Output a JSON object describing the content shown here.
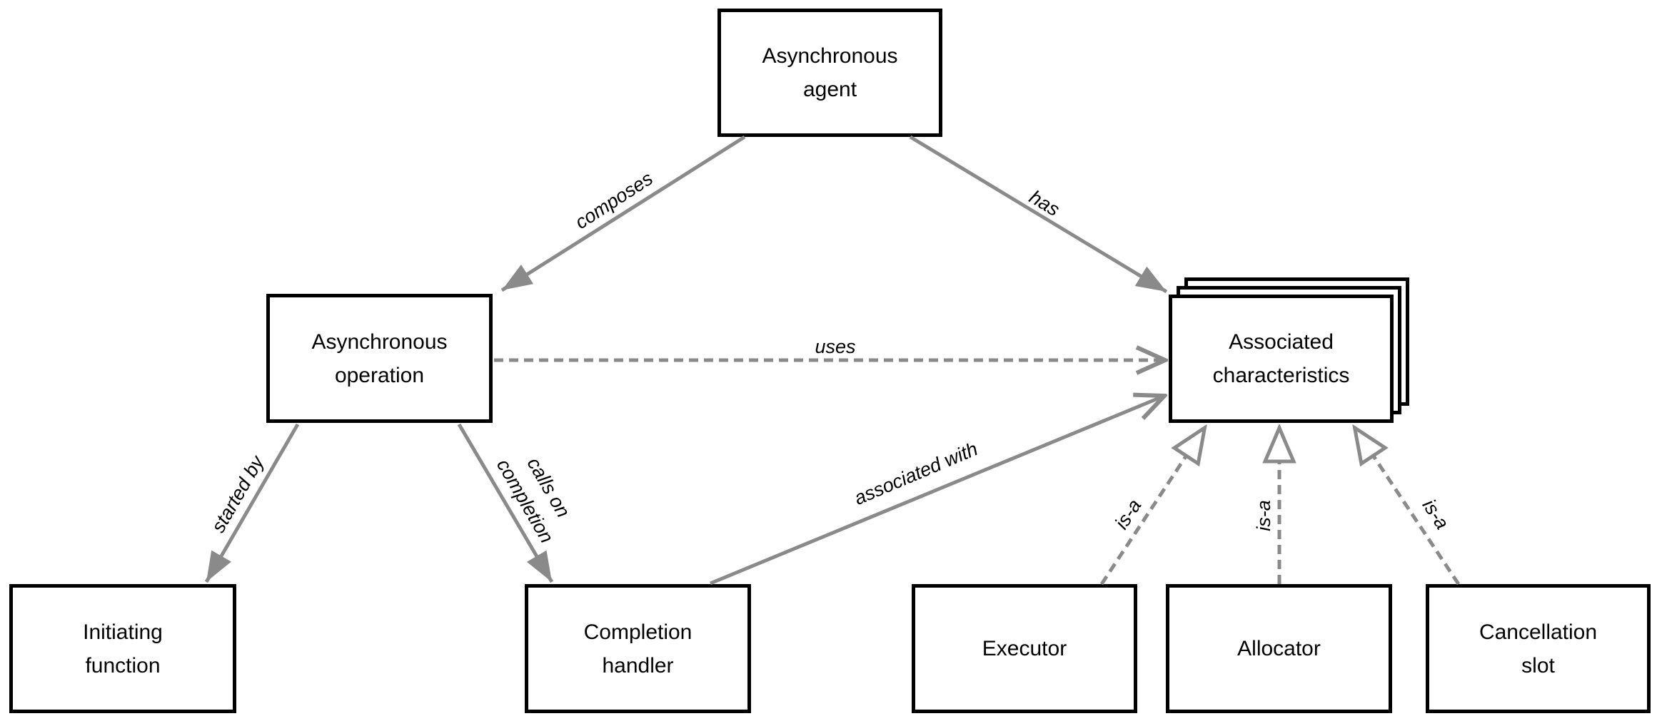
{
  "colors": {
    "edge_line": "#8a8a8a",
    "node_border": "#000000",
    "node_fill": "#ffffff",
    "text": "#000000",
    "background": "#ffffff"
  },
  "nodes": {
    "agent": {
      "lines": [
        "Asynchronous",
        "agent"
      ]
    },
    "operation": {
      "lines": [
        "Asynchronous",
        "operation"
      ]
    },
    "associated_characteristics": {
      "lines": [
        "Associated",
        "characteristics"
      ],
      "stacked": true
    },
    "initiating_function": {
      "lines": [
        "Initiating",
        "function"
      ]
    },
    "completion_handler": {
      "lines": [
        "Completion",
        "handler"
      ]
    },
    "executor": {
      "lines": [
        "Executor"
      ]
    },
    "allocator": {
      "lines": [
        "Allocator"
      ]
    },
    "cancellation_slot": {
      "lines": [
        "Cancellation",
        "slot"
      ]
    }
  },
  "edges": {
    "composes": {
      "label": "composes",
      "from": "agent",
      "to": "operation",
      "line": "solid",
      "arrowhead": "filled"
    },
    "has": {
      "label": "has",
      "from": "agent",
      "to": "associated_characteristics",
      "line": "solid",
      "arrowhead": "filled"
    },
    "uses": {
      "label": "uses",
      "from": "operation",
      "to": "associated_characteristics",
      "line": "dashed",
      "arrowhead": "open"
    },
    "started_by": {
      "label": "started by",
      "from": "operation",
      "to": "initiating_function",
      "line": "solid",
      "arrowhead": "filled"
    },
    "calls_on_completion": {
      "lines": [
        "calls on",
        "completion"
      ],
      "from": "operation",
      "to": "completion_handler",
      "line": "solid",
      "arrowhead": "filled"
    },
    "associated_with": {
      "label": "associated with",
      "from": "completion_handler",
      "to": "associated_characteristics",
      "line": "solid",
      "arrowhead": "open"
    },
    "executor_is_a": {
      "label": "is-a",
      "from": "executor",
      "to": "associated_characteristics",
      "line": "dashed",
      "arrowhead": "hollow-triangle"
    },
    "allocator_is_a": {
      "label": "is-a",
      "from": "allocator",
      "to": "associated_characteristics",
      "line": "dashed",
      "arrowhead": "hollow-triangle"
    },
    "cancellation_slot_is_a": {
      "label": "is-a",
      "from": "cancellation_slot",
      "to": "associated_characteristics",
      "line": "dashed",
      "arrowhead": "hollow-triangle"
    }
  }
}
